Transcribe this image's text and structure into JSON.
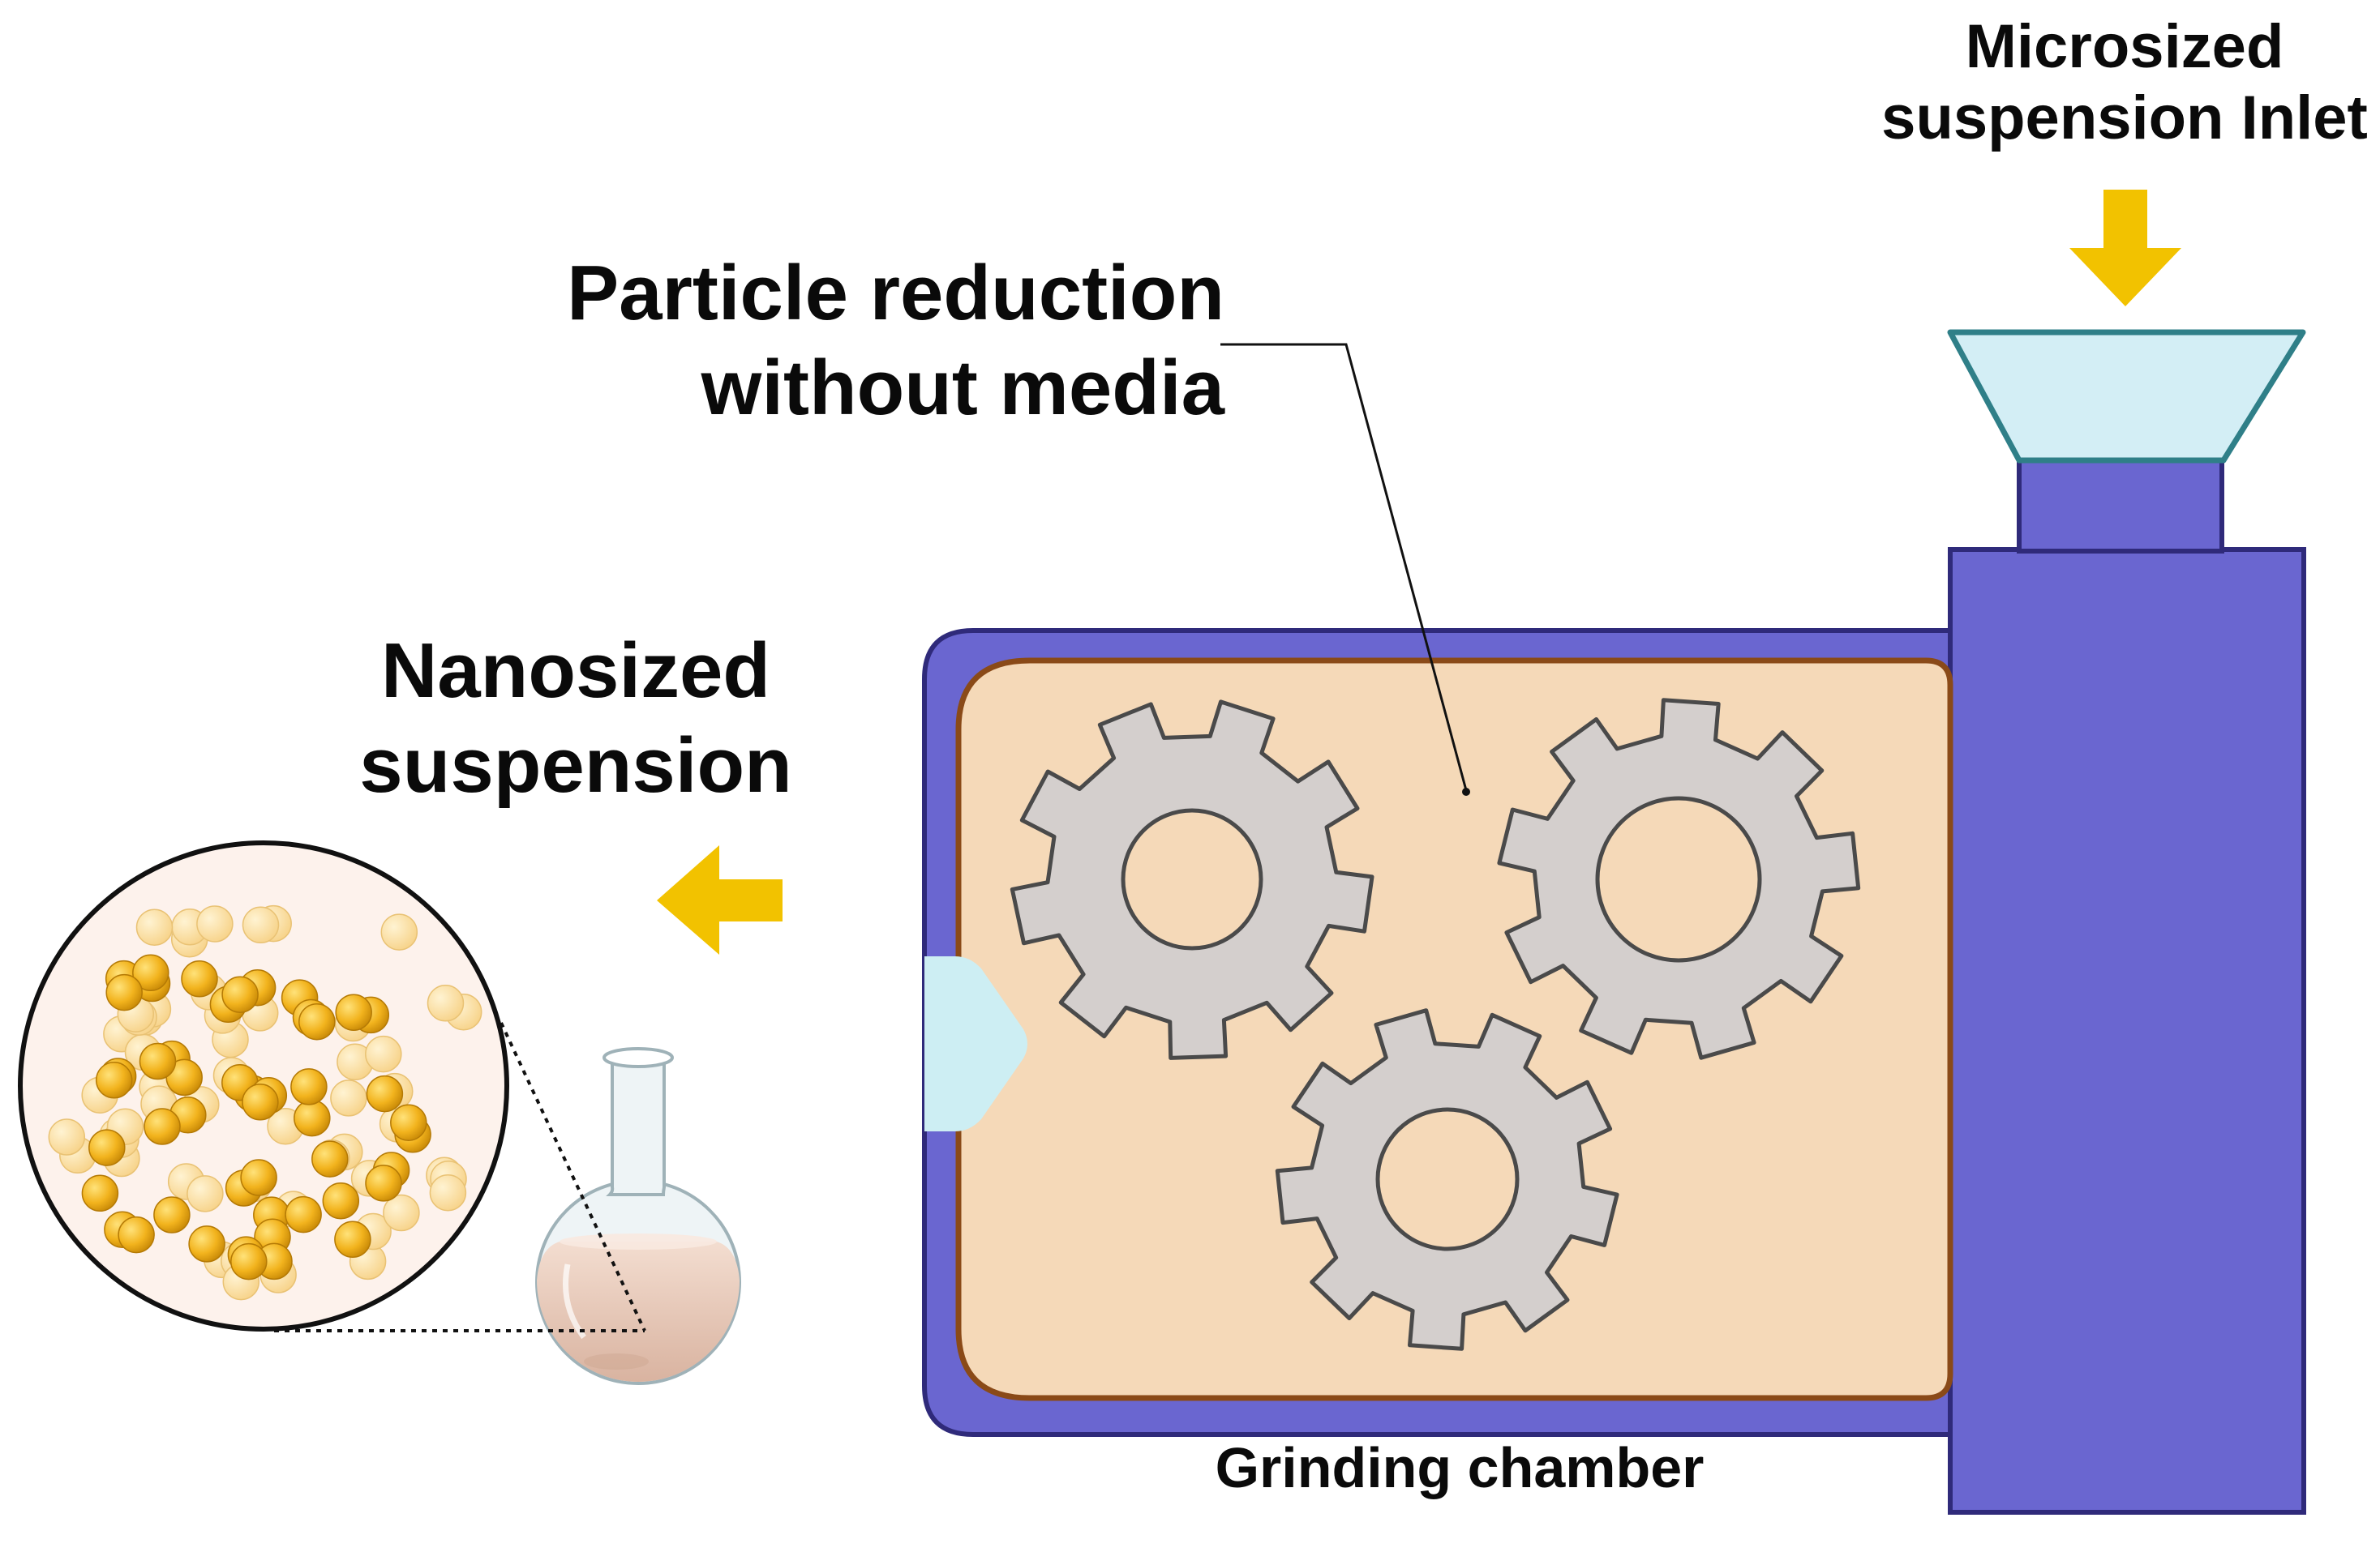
{
  "labels": {
    "inlet_line1": "Microsized",
    "inlet_line2": "suspension Inlet",
    "reduction_line1": "Particle reduction",
    "reduction_line2": "without media",
    "outlet_line1": "Nanosized",
    "outlet_line2": "suspension",
    "chamber": "Grinding chamber"
  },
  "colors": {
    "housing": "#6a66d0",
    "housing_stroke": "#2f2a7a",
    "chamber_fill": "#f5d9b8",
    "chamber_stroke": "#8a4a18",
    "gear_fill": "#d4cfcd",
    "gear_stroke": "#4a4a4a",
    "arrow": "#f2c200",
    "hopper_fill": "#d3eef5",
    "hopper_stroke": "#2f7f88",
    "outlet_nozzle": "#cdeef3",
    "particle": "#f2b31d",
    "particle_light": "#fbdc98"
  }
}
